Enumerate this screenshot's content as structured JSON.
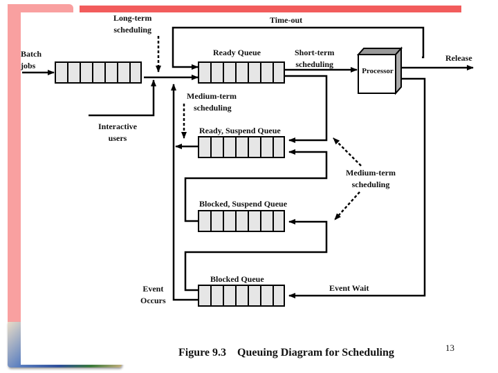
{
  "slide": {
    "page_number": "13",
    "caption": "Figure 9.3    Queuing Diagram for Scheduling",
    "colors": {
      "accent_bar": "#f25c5c",
      "side_decoration": "#f9a0a0",
      "queue_fill": "#e6e6e6"
    }
  },
  "diagram": {
    "queues": [
      {
        "id": "batch",
        "label": ""
      },
      {
        "id": "ready",
        "label": "Ready Queue"
      },
      {
        "id": "ready_suspend",
        "label": "Ready, Suspend Queue"
      },
      {
        "id": "blocked_suspend",
        "label": "Blocked, Suspend Queue"
      },
      {
        "id": "blocked",
        "label": "Blocked Queue"
      }
    ],
    "processor": "Processor",
    "labels": {
      "batch_jobs_1": "Batch",
      "batch_jobs_2": "jobs",
      "long_term_1": "Long-term",
      "long_term_2": "scheduling",
      "time_out": "Time-out",
      "short_term_1": "Short-term",
      "short_term_2": "scheduling",
      "release": "Release",
      "medium_term_top_1": "Medium-term",
      "medium_term_top_2": "scheduling",
      "interactive_1": "Interactive",
      "interactive_2": "users",
      "medium_term_right_1": "Medium-term",
      "medium_term_right_2": "scheduling",
      "event_wait": "Event Wait",
      "event_occurs_1": "Event",
      "event_occurs_2": "Occurs"
    }
  }
}
